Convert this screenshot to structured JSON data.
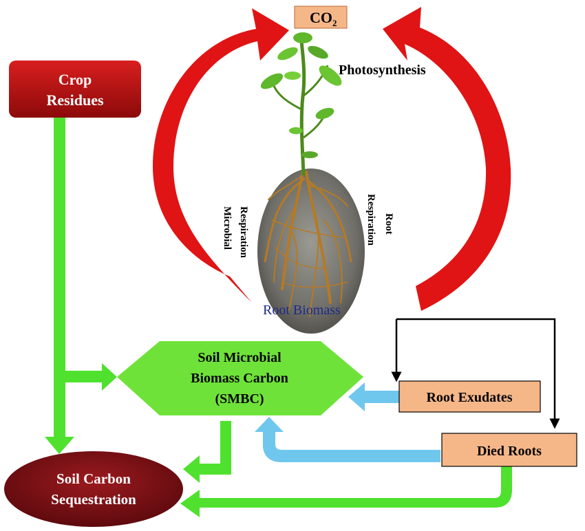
{
  "nodes": {
    "co2": {
      "label": "CO",
      "subscript": "2"
    },
    "photosynthesis": {
      "label": "Photosynthesis"
    },
    "crop_residues": {
      "line1": "Crop",
      "line2": "Residues"
    },
    "microbial_respiration": {
      "line1": "Microbial",
      "line2": "Respiration"
    },
    "root_respiration": {
      "line1": "Root",
      "line2": "Respiration"
    },
    "root_biomass": {
      "label": "Root Biomass"
    },
    "smbc": {
      "line1": "Soil Microbial",
      "line2": "Biomass Carbon",
      "line3": "(SMBC)"
    },
    "root_exudates": {
      "label": "Root Exudates"
    },
    "died_roots": {
      "label": "Died Roots"
    },
    "soil_carbon": {
      "line1": "Soil Carbon",
      "line2": "Sequestration"
    }
  },
  "colors": {
    "red_arrow": "#e01414",
    "green_arrow": "#4fe12d",
    "blue_arrow": "#70c7ee",
    "crop_box": "#b01010",
    "smbc_fill": "#6fe23a",
    "salmon_box": "#f6b788",
    "soil_ellipse": "#7a0d12",
    "black_arrow": "#000000",
    "root_biomass_text": "#1d2a8a"
  }
}
